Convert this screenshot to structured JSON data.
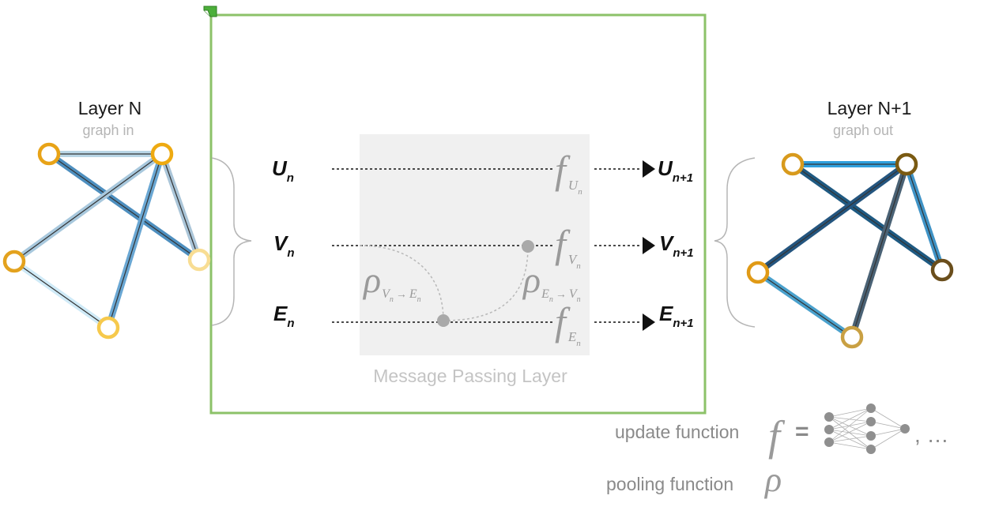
{
  "input_graph": {
    "title": "Layer N",
    "subtitle": "graph in"
  },
  "output_graph": {
    "title": "Layer N+1",
    "subtitle": "graph out"
  },
  "layer": {
    "label": "Message Passing Layer",
    "rows": [
      {
        "base": "U",
        "sub_in": "n",
        "sub_out": "n+1",
        "fn_sub": "U",
        "fn_subsub": "n"
      },
      {
        "base": "V",
        "sub_in": "n",
        "sub_out": "n+1",
        "fn_sub": "V",
        "fn_subsub": "n"
      },
      {
        "base": "E",
        "sub_in": "n",
        "sub_out": "n+1",
        "fn_sub": "E",
        "fn_subsub": "n"
      }
    ],
    "pool_v_to_e": {
      "from": "V",
      "from_sub": "n",
      "arrow": "→",
      "to": "E",
      "to_sub": "n"
    },
    "pool_e_to_v": {
      "from": "E",
      "from_sub": "n",
      "arrow": "→",
      "to": "V",
      "to_sub": "n"
    }
  },
  "legend": {
    "update_label": "update function",
    "f_symbol": "f",
    "equals": "=",
    "ellipsis": ", …",
    "pooling_label": "pooling function",
    "rho_symbol": "ρ"
  },
  "colors": {
    "frame": "#8cc269",
    "frame_badge": "#4caf3a",
    "node_ring_in": "#e8a317",
    "edge_blue": "#5ba4cf",
    "panel": "#f0f0f0"
  }
}
